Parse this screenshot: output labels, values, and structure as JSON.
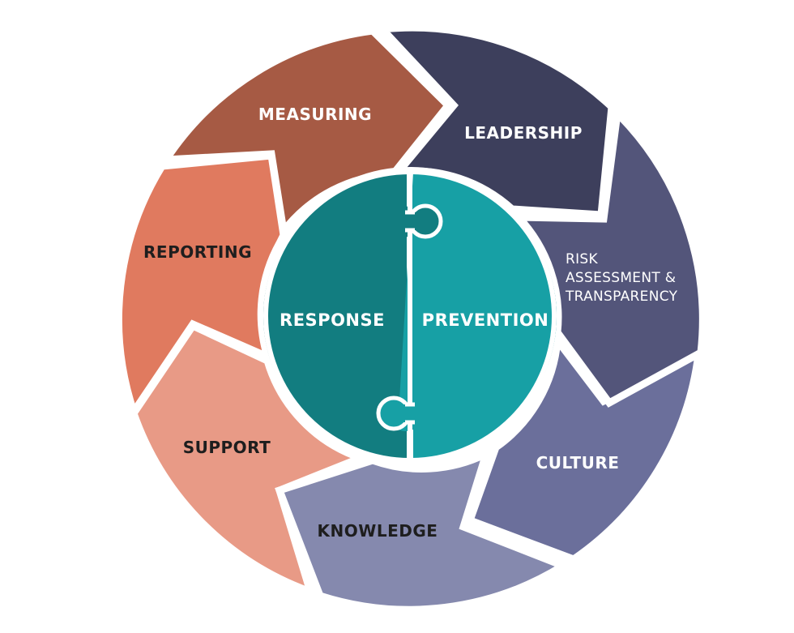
{
  "diagram": {
    "type": "circular-cycle",
    "center": {
      "left": {
        "label": "RESPONSE",
        "color": "#127d80"
      },
      "right": {
        "label": "PREVENTION",
        "color": "#17a0a5"
      }
    },
    "segments": [
      {
        "id": "measuring",
        "label": "MEASURING",
        "color": "#a65a44",
        "text_color": "#ffffff"
      },
      {
        "id": "leadership",
        "label": "LEADERSHIP",
        "color": "#3d3f5c",
        "text_color": "#ffffff"
      },
      {
        "id": "risk",
        "label_lines": [
          "RISK",
          "ASSESSMENT &",
          "TRANSPARENCY"
        ],
        "color": "#53557a",
        "text_color": "#ffffff"
      },
      {
        "id": "culture",
        "label": "CULTURE",
        "color": "#6b6f9b",
        "text_color": "#ffffff"
      },
      {
        "id": "knowledge",
        "label": "KNOWLEDGE",
        "color": "#8589ae",
        "text_color": "#1e1e1e"
      },
      {
        "id": "support",
        "label": "SUPPORT",
        "color": "#e89a86",
        "text_color": "#1e1e1e"
      },
      {
        "id": "reporting",
        "label": "REPORTING",
        "color": "#e07a5f",
        "text_color": "#1e1e1e"
      }
    ]
  }
}
